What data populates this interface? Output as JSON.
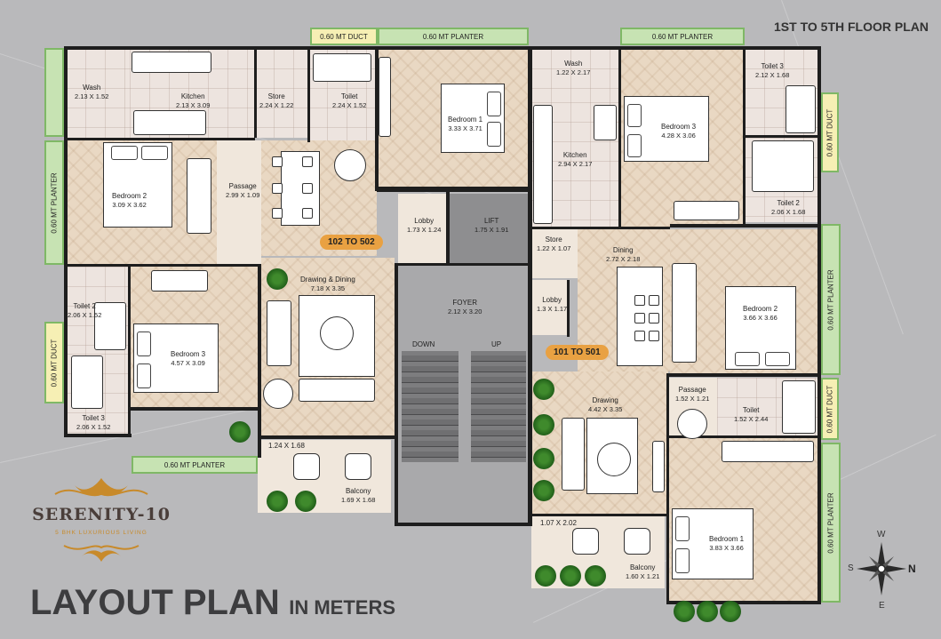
{
  "header": {
    "floor_plan_title": "1ST TO 5TH FLOOR PLAN"
  },
  "footer": {
    "layout_title": "LAYOUT PLAN",
    "units": "IN METERS"
  },
  "brand": {
    "name": "SERENITY-10",
    "tagline": "5 BHK LUXURIOUS LIVING"
  },
  "unit_tags": {
    "left": "102 TO 502",
    "right": "101 TO 501"
  },
  "planters": {
    "top_left": "0.60 MT PLANTER",
    "top_right": "0.60 MT PLANTER",
    "left": "0.60 MT PLANTER",
    "bottom_left": "0.60 MT PLANTER",
    "right_upper": "0.60 MT PLANTER",
    "right_lower": "0.60 MT PLANTER"
  },
  "ducts": {
    "top": "0.60 MT DUCT",
    "left": "0.60 MT DUCT",
    "right_upper": "0.60 MT DUCT",
    "right_lower": "0.60 MT DUCT"
  },
  "rooms": {
    "l_wash": {
      "name": "Wash",
      "dim": "2.13 X 1.52"
    },
    "l_kitchen": {
      "name": "Kitchen",
      "dim": "2.13 X 3.09"
    },
    "l_store": {
      "name": "Store",
      "dim": "2.24 X 1.22"
    },
    "l_toilet": {
      "name": "Toilet",
      "dim": "2.24 X 1.52"
    },
    "l_bedroom1": {
      "name": "Bedroom 1",
      "dim": "3.33 X 3.71"
    },
    "l_bedroom2": {
      "name": "Bedroom 2",
      "dim": "3.09 X 3.62"
    },
    "l_passage": {
      "name": "Passage",
      "dim": "2.99 X 1.09"
    },
    "l_lobby": {
      "name": "Lobby",
      "dim": "1.73 X 1.24"
    },
    "lift": {
      "name": "LIFT",
      "dim": "1.75 X 1.91"
    },
    "l_drawing": {
      "name": "Drawing & Dining",
      "dim": "7.18 X 3.35"
    },
    "l_toilet2": {
      "name": "Toilet 2",
      "dim": "2.06 X 1.52"
    },
    "l_bedroom3": {
      "name": "Bedroom 3",
      "dim": "4.57 X 3.09"
    },
    "l_toilet3": {
      "name": "Toilet 3",
      "dim": "2.06 X 1.52"
    },
    "foyer": {
      "name": "FOYER",
      "dim": "2.12 X 3.20"
    },
    "stairs_down": "DOWN",
    "stairs_up": "UP",
    "l_balcony": {
      "name": "Balcony",
      "dim": "1.69 X 1.68"
    },
    "l_balcony_extra": "1.24 X 1.68",
    "r_wash": {
      "name": "Wash",
      "dim": "1.22 X 2.17"
    },
    "r_kitchen": {
      "name": "Kitchen",
      "dim": "2.94 X 2.17"
    },
    "r_bedroom3": {
      "name": "Bedroom 3",
      "dim": "4.28 X 3.06"
    },
    "r_toilet3": {
      "name": "Toilet 3",
      "dim": "2.12 X 1.68"
    },
    "r_toilet2": {
      "name": "Toilet 2",
      "dim": "2.06 X 1.68"
    },
    "r_store": {
      "name": "Store",
      "dim": "1.22 X 1.07"
    },
    "r_dining": {
      "name": "Dining",
      "dim": "2.72 X 2.18"
    },
    "r_lobby": {
      "name": "Lobby",
      "dim": "1.3 X 1.17"
    },
    "r_bedroom2": {
      "name": "Bedroom 2",
      "dim": "3.66 X 3.66"
    },
    "r_drawing": {
      "name": "Drawing",
      "dim": "4.42 X 3.35"
    },
    "r_passage": {
      "name": "Passage",
      "dim": "1.52 X 1.21"
    },
    "r_toilet": {
      "name": "Toilet",
      "dim": "1.52 X 2.44"
    },
    "r_bedroom1": {
      "name": "Bedroom 1",
      "dim": "3.83 X 3.66"
    },
    "r_balcony": {
      "name": "Balcony",
      "dim": "1.60 X 1.21"
    },
    "r_balcony_extra": "1.07 X 2.02"
  },
  "compass": {
    "n": "N",
    "s": "S",
    "e": "E",
    "w": "W"
  }
}
